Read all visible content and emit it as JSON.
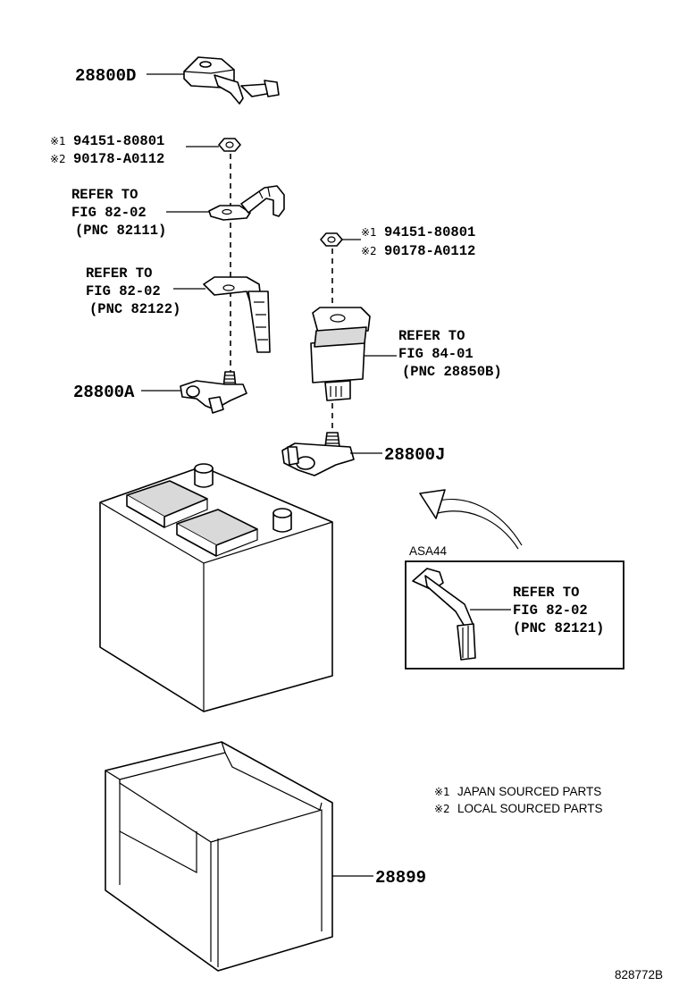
{
  "labels": {
    "part_28800D": "28800D",
    "nut1_code1": "94151-80801",
    "nut1_code2": "90178-A0112",
    "ref1_line1": "REFER TO",
    "ref1_line2": "FIG 82-02",
    "ref1_line3": "(PNC 82111)",
    "ref2_line1": "REFER TO",
    "ref2_line2": "FIG 82-02",
    "ref2_line3": "(PNC 82122)",
    "part_28800A": "28800A",
    "nut2_code1": "94151-80801",
    "nut2_code2": "90178-A0112",
    "ref3_line1": "REFER TO",
    "ref3_line2": "FIG 84-01",
    "ref3_line3": "(PNC 28850B)",
    "part_28800J": "28800J",
    "inset_title": "ASA44",
    "ref4_line1": "REFER TO",
    "ref4_line2": "FIG 82-02",
    "ref4_line3": "(PNC 82121)",
    "part_28899": "28899",
    "note1": "JAPAN SOURCED PARTS",
    "note2": "LOCAL SOURCED PARTS",
    "illustration_id": "828772B"
  },
  "marks": {
    "mark1": "※1",
    "mark2": "※2"
  }
}
